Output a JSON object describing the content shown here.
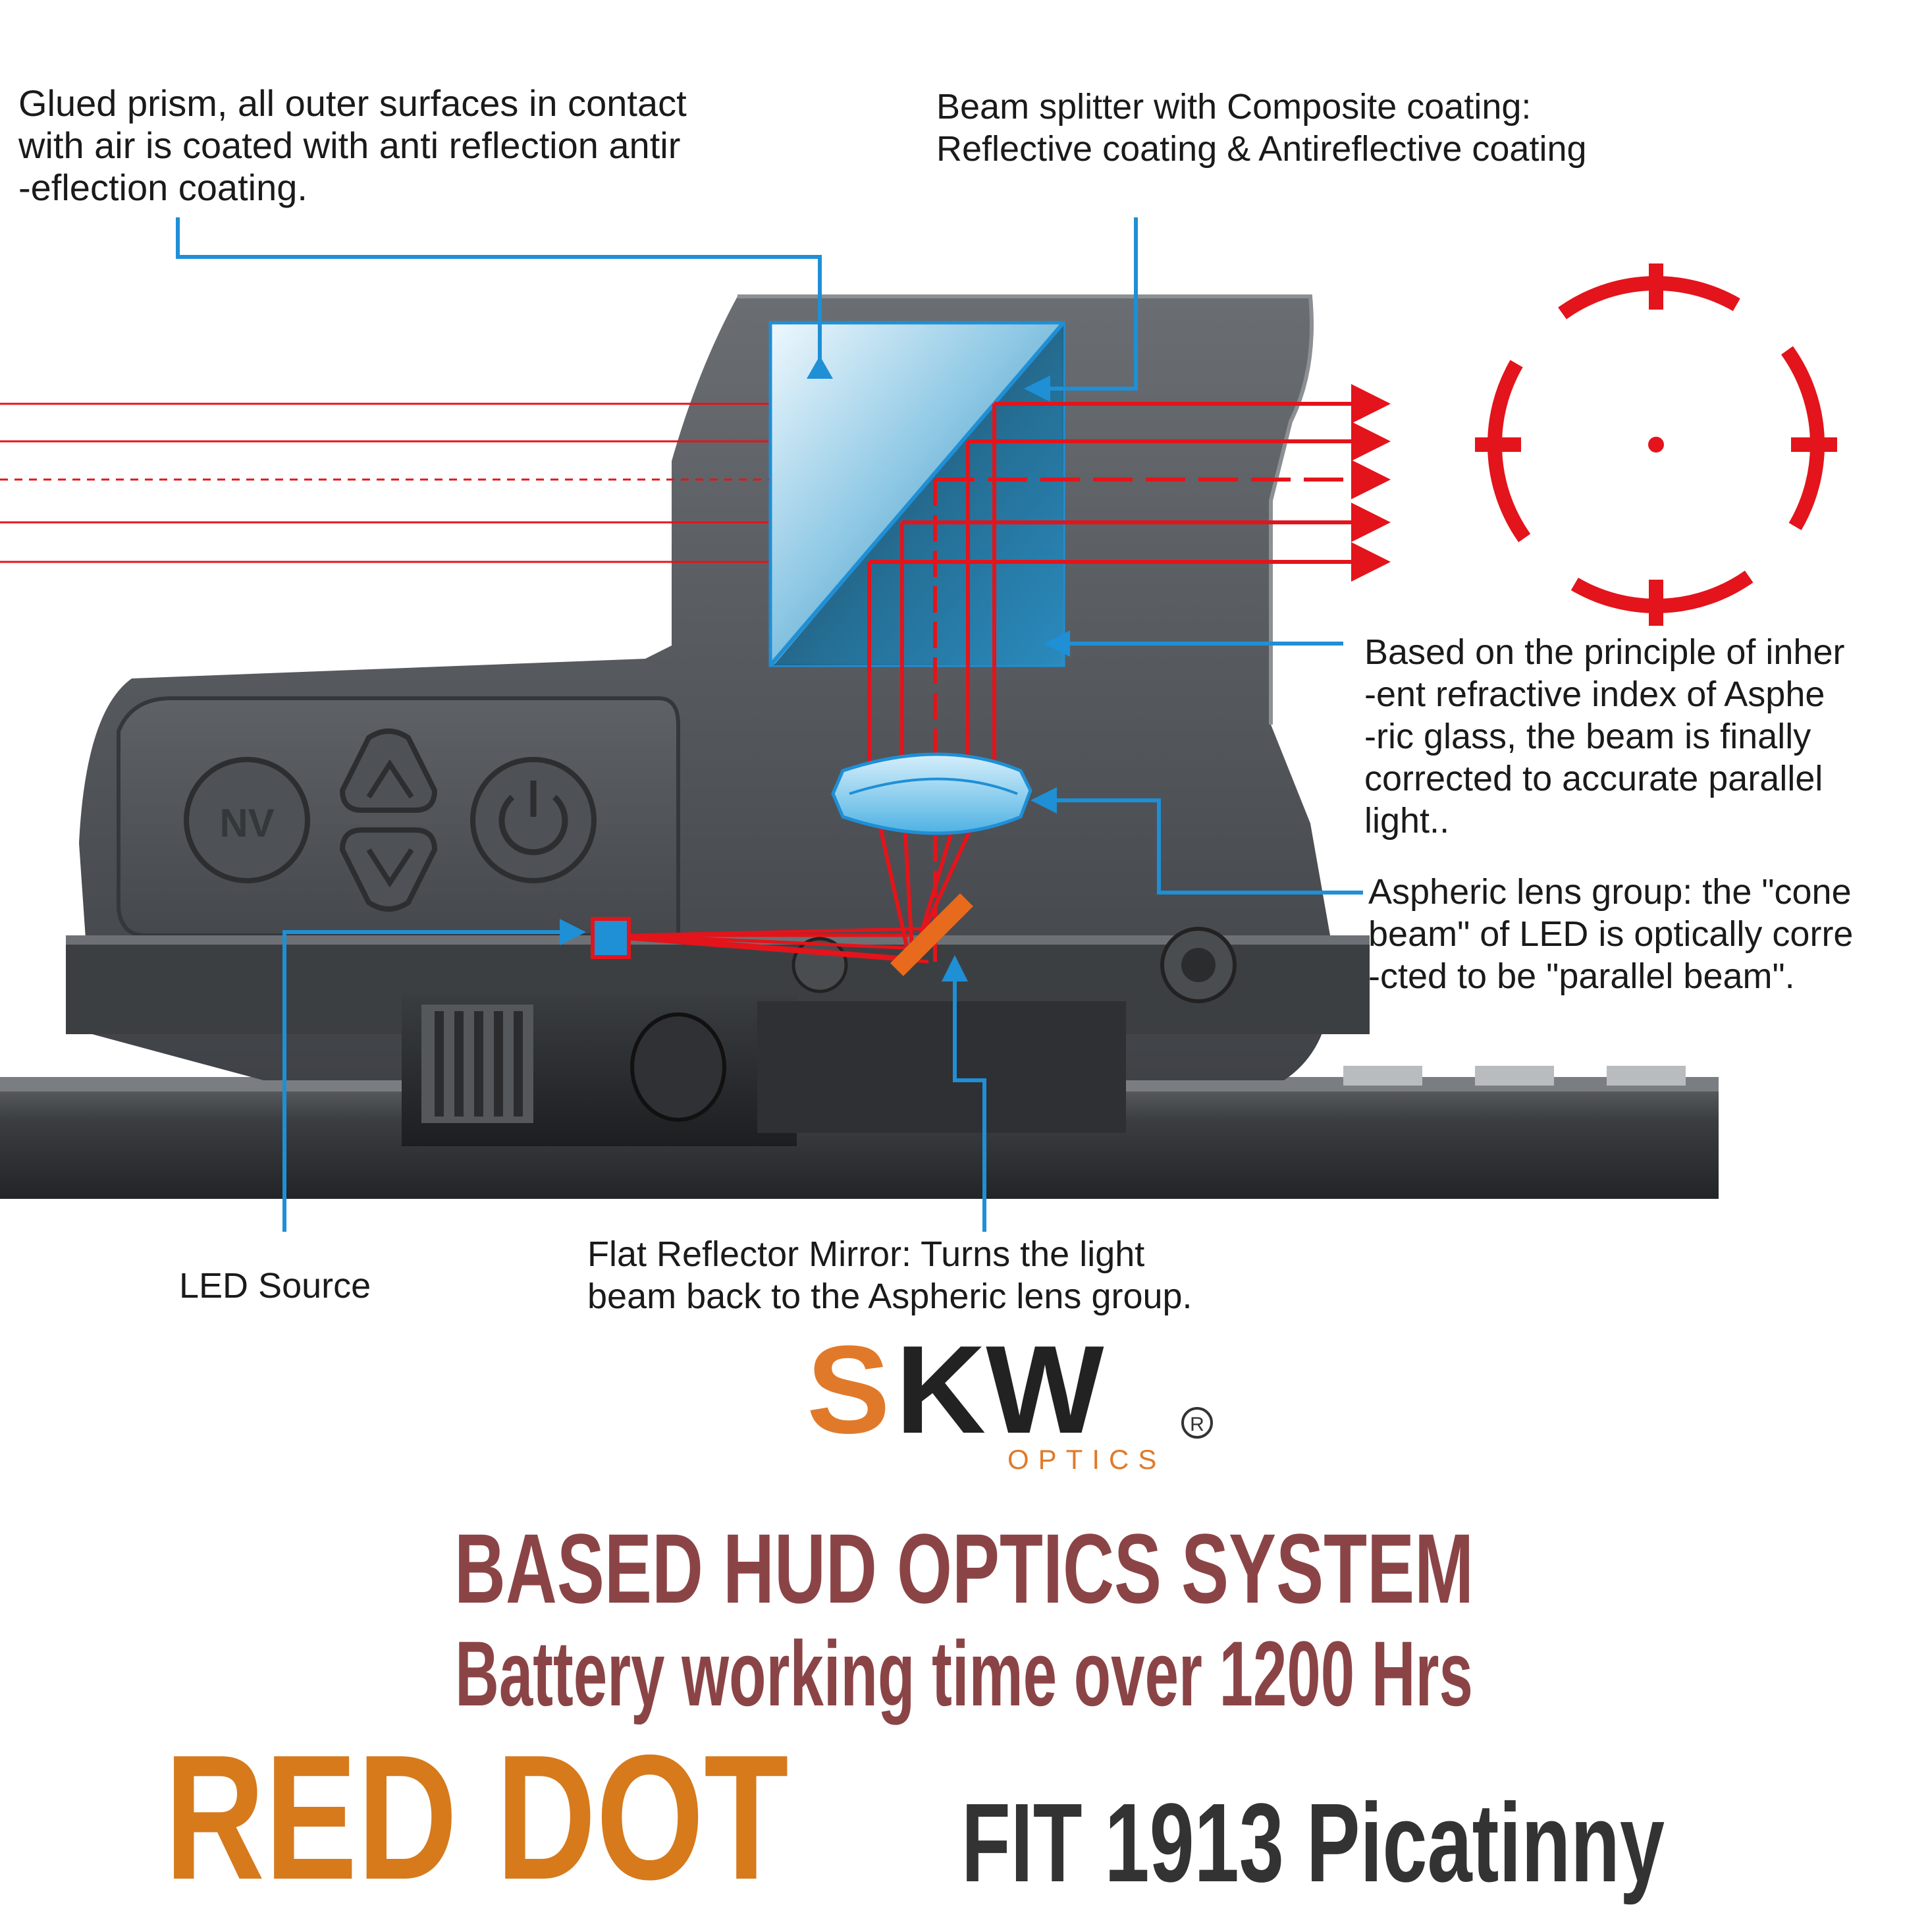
{
  "annotations": {
    "glued_prism": "Glued prism, all  outer surfaces in contact\nwith air is coated with anti reflection antir\n-eflection coating.",
    "beam_splitter": "Beam splitter with Composite coating:\nReflective coating & Antireflective coating",
    "refractive_index": "Based on the principle of inher\n-ent refractive index of Asphe\n-ric glass,  the beam is finally\ncorrected to accurate parallel\nlight..",
    "aspheric_lens": "Aspheric lens group: the \"cone\nbeam\" of LED is optically corre\n-cted to be \"parallel beam\".",
    "led_source": "LED Source",
    "flat_mirror": "Flat Reflector Mirror: Turns the light\n beam back to the Aspheric lens group."
  },
  "device": {
    "button_nv": "NV"
  },
  "logo": {
    "brand": "SKW",
    "sub": "OPTICS",
    "mark": "R"
  },
  "headline": {
    "line1": "BASED HUD OPTICS SYSTEM",
    "line2": "Battery working time over 1200 Hrs",
    "red_dot": "RED DOT",
    "fit": "FIT 1913 Picatinny"
  },
  "colors": {
    "callout_blue": "#1f8fd6",
    "beam_red": "#e3141b",
    "heading_brown": "#8b4446",
    "red_dot_orange": "#d67a1c",
    "fit_dark": "#333333",
    "logo_orange": "#e07a2a"
  }
}
